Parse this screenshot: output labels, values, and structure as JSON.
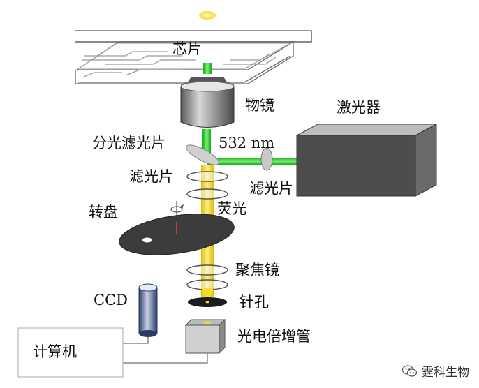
{
  "labels": {
    "chip": "芯片",
    "objective": "物镜",
    "laser": "激光器",
    "dichroic": "分光滤光片",
    "wavelength": "532 nm",
    "filter_upper": "滤光片",
    "filter_laser": "滤光片",
    "turntable": "转盘",
    "fluorescence": "荧光",
    "focusing_lens": "聚焦镜",
    "ccd": "CCD",
    "pinhole": "针孔",
    "pmt": "光电倍增管",
    "computer": "计算机"
  },
  "watermark": {
    "text": "霆科生物",
    "icon": "wechat-icon"
  },
  "colors": {
    "laser_beam": "#22c322",
    "fluorescence_beam": "#f2dd2a",
    "device_gray": "#4a4a4a",
    "disk": "#3c3c3c"
  }
}
